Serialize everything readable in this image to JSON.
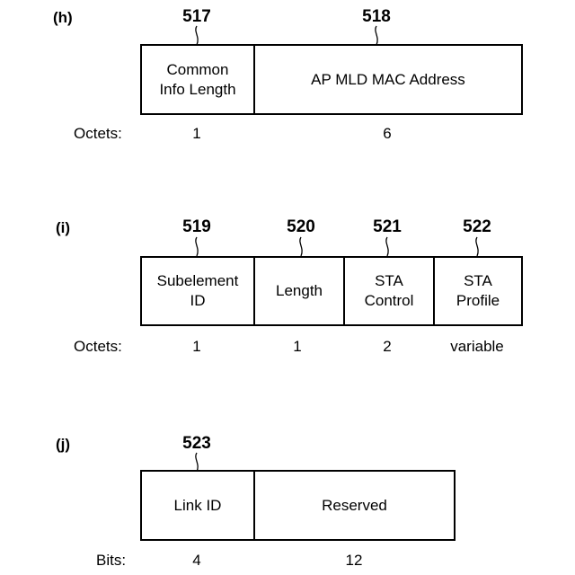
{
  "panels": {
    "h": {
      "label": "(h)",
      "refs": [
        "517",
        "518"
      ],
      "fields": [
        "Common\nInfo Length",
        "AP MLD MAC Address"
      ],
      "unit_label": "Octets:",
      "sizes": [
        "1",
        "6"
      ]
    },
    "i": {
      "label": "(i)",
      "refs": [
        "519",
        "520",
        "521",
        "522"
      ],
      "fields": [
        "Subelement\nID",
        "Length",
        "STA\nControl",
        "STA\nProfile"
      ],
      "unit_label": "Octets:",
      "sizes": [
        "1",
        "1",
        "2",
        "variable"
      ]
    },
    "j": {
      "label": "(j)",
      "refs": [
        "523"
      ],
      "fields": [
        "Link ID",
        "Reserved"
      ],
      "unit_label": "Bits:",
      "sizes": [
        "4",
        "12"
      ]
    }
  }
}
